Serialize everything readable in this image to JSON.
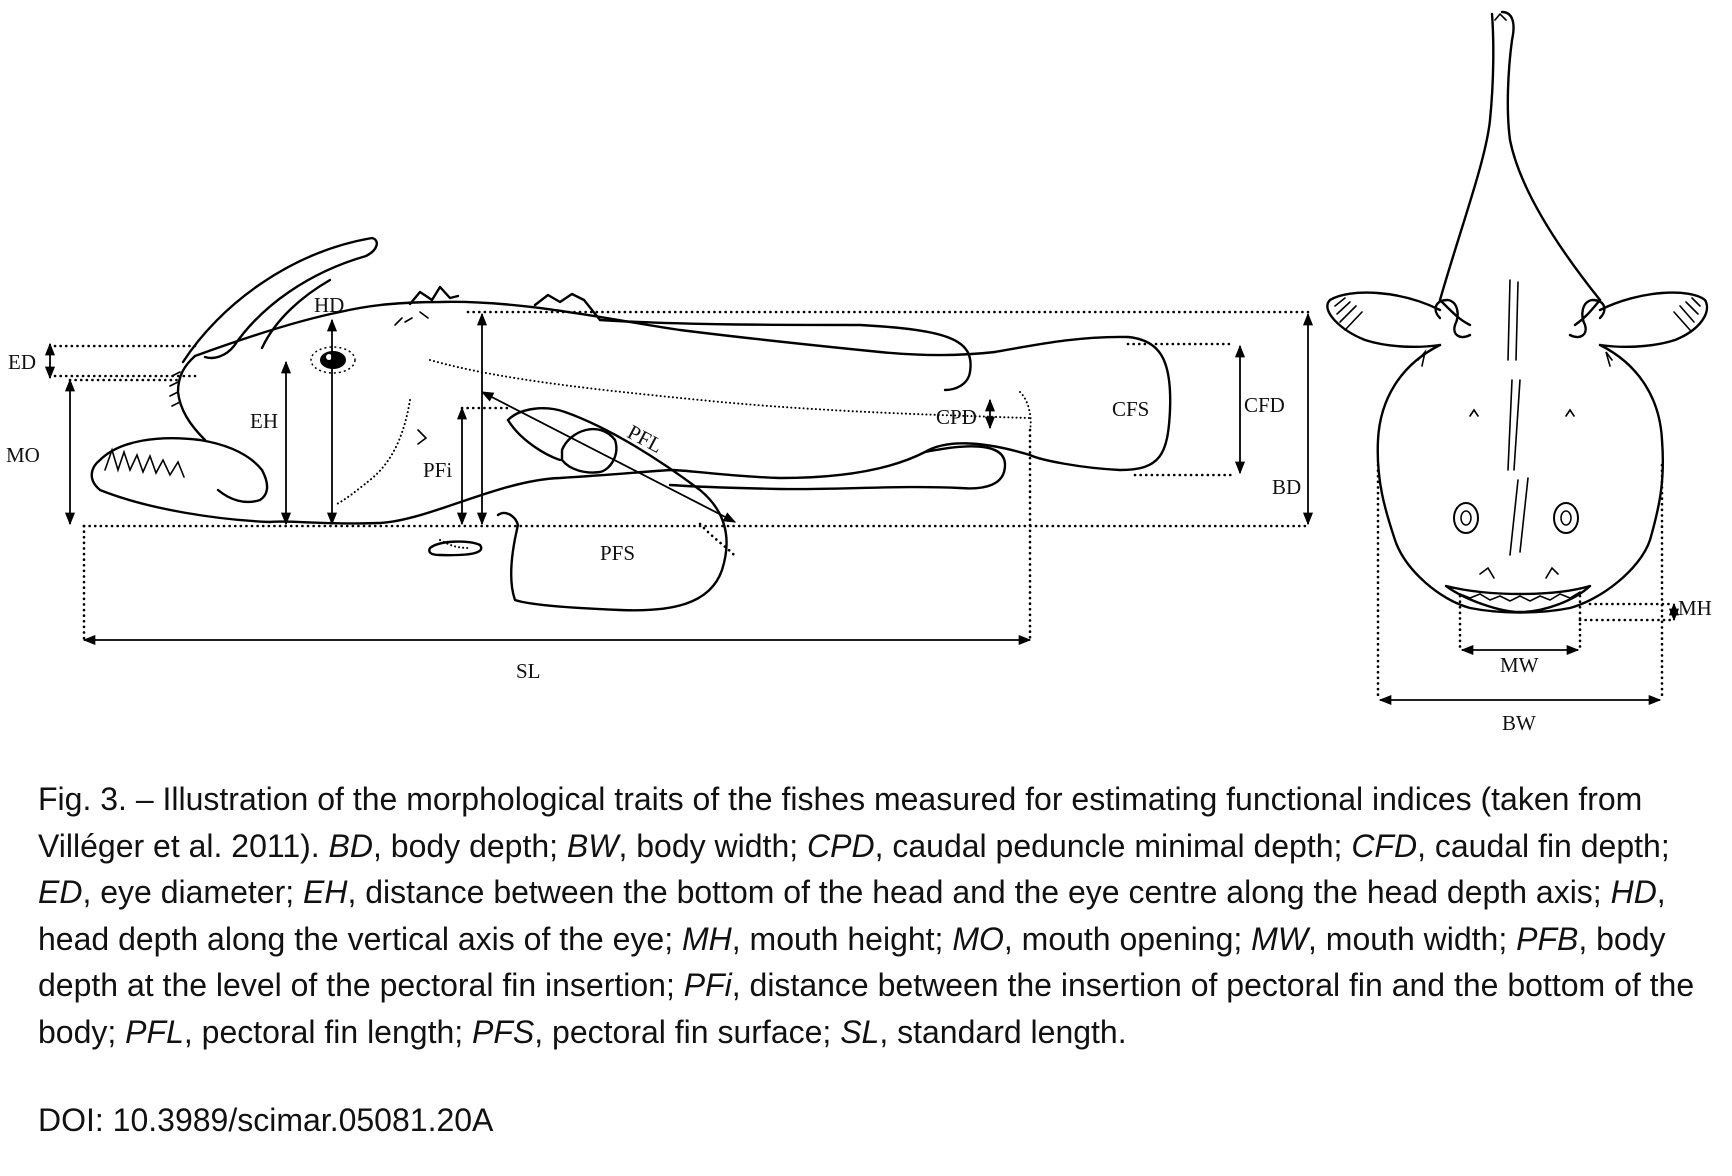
{
  "figure": {
    "side_view_labels": {
      "ed": "ED",
      "mo": "MO",
      "hd": "HD",
      "eh": "EH",
      "pfi": "PFi",
      "pfl": "PFL",
      "pfs": "PFS",
      "cpd": "CPD",
      "cfs": "CFS",
      "cfd": "CFD",
      "bd": "BD",
      "sl": "SL"
    },
    "dorsal_view_labels": {
      "mh": "MH",
      "mw": "MW",
      "bw": "BW"
    }
  },
  "caption": {
    "intro": "Fig. 3. – Illustration of the morphological traits of the fishes measured for estimating functional indices (taken from Villéger et al. 2011). ",
    "traits": [
      {
        "abbr": "BD",
        "desc": ", body depth; "
      },
      {
        "abbr": "BW",
        "desc": ", body width; "
      },
      {
        "abbr": "CPD",
        "desc": ", caudal peduncle minimal depth; "
      },
      {
        "abbr": "CFD",
        "desc": ", caudal fin depth; "
      },
      {
        "abbr": "ED",
        "desc": ", eye diameter; "
      },
      {
        "abbr": "EH",
        "desc": ", distance between the bottom of the head and the eye centre along the head depth axis; "
      },
      {
        "abbr": "HD",
        "desc": ", head depth along the vertical axis of the eye; "
      },
      {
        "abbr": "MH",
        "desc": ", mouth height; "
      },
      {
        "abbr": "MO",
        "desc": ", mouth opening; "
      },
      {
        "abbr": "MW",
        "desc": ", mouth width; "
      },
      {
        "abbr": "PFB",
        "desc": ", body depth at the level of the pectoral fin insertion; "
      },
      {
        "abbr": "PFi",
        "desc": ", distance between the insertion of pectoral fin and the bottom of the body; "
      },
      {
        "abbr": "PFL",
        "desc": ", pectoral fin length; "
      },
      {
        "abbr": "PFS",
        "desc": ", pectoral fin surface; "
      },
      {
        "abbr": "SL",
        "desc": ", standard length."
      }
    ],
    "doi": "DOI: 10.3989/scimar.05081.20A"
  }
}
